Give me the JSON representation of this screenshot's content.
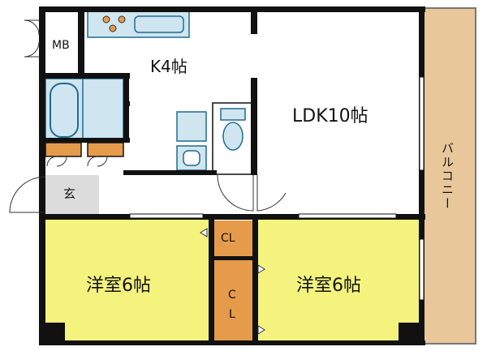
{
  "rooms": {
    "mb": "MB",
    "kitchen": "K4帖",
    "ldk": "LDK10帖",
    "entrance": "玄",
    "balcony": "バルコニー",
    "closet_top": "CL",
    "closet_bottom": "C\nL",
    "western_left": "洋室6帖",
    "western_right": "洋室6帖"
  },
  "colors": {
    "wall": "#111111",
    "bedroom_fill": "#f4f37e",
    "balcony_fill": "#e8c79b",
    "closet_fill": "#e59b4a",
    "fixture_fill": "#cfe5f0",
    "fixture_stroke": "#1f6c8f",
    "entrance_fill": "#dcdcdc"
  }
}
